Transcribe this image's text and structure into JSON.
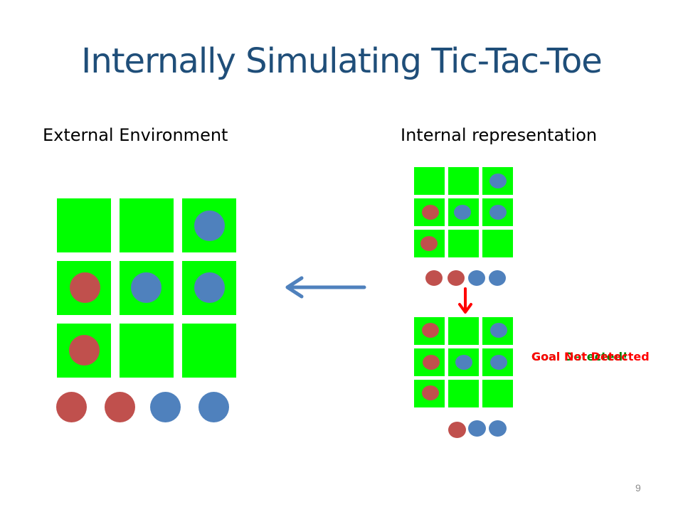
{
  "title": "Internally Simulating Tic-Tac-Toe",
  "labels": {
    "external": "External Environment",
    "internal": "Internal representation"
  },
  "goal_label_a": "Goal Detected!",
  "goal_label_b": "Goal Not Detected",
  "page_number": "9",
  "colors": {
    "cell": "#00ff00",
    "red_piece": "#c0504d",
    "blue_piece": "#4f81bd",
    "title": "#1f4e79"
  }
}
